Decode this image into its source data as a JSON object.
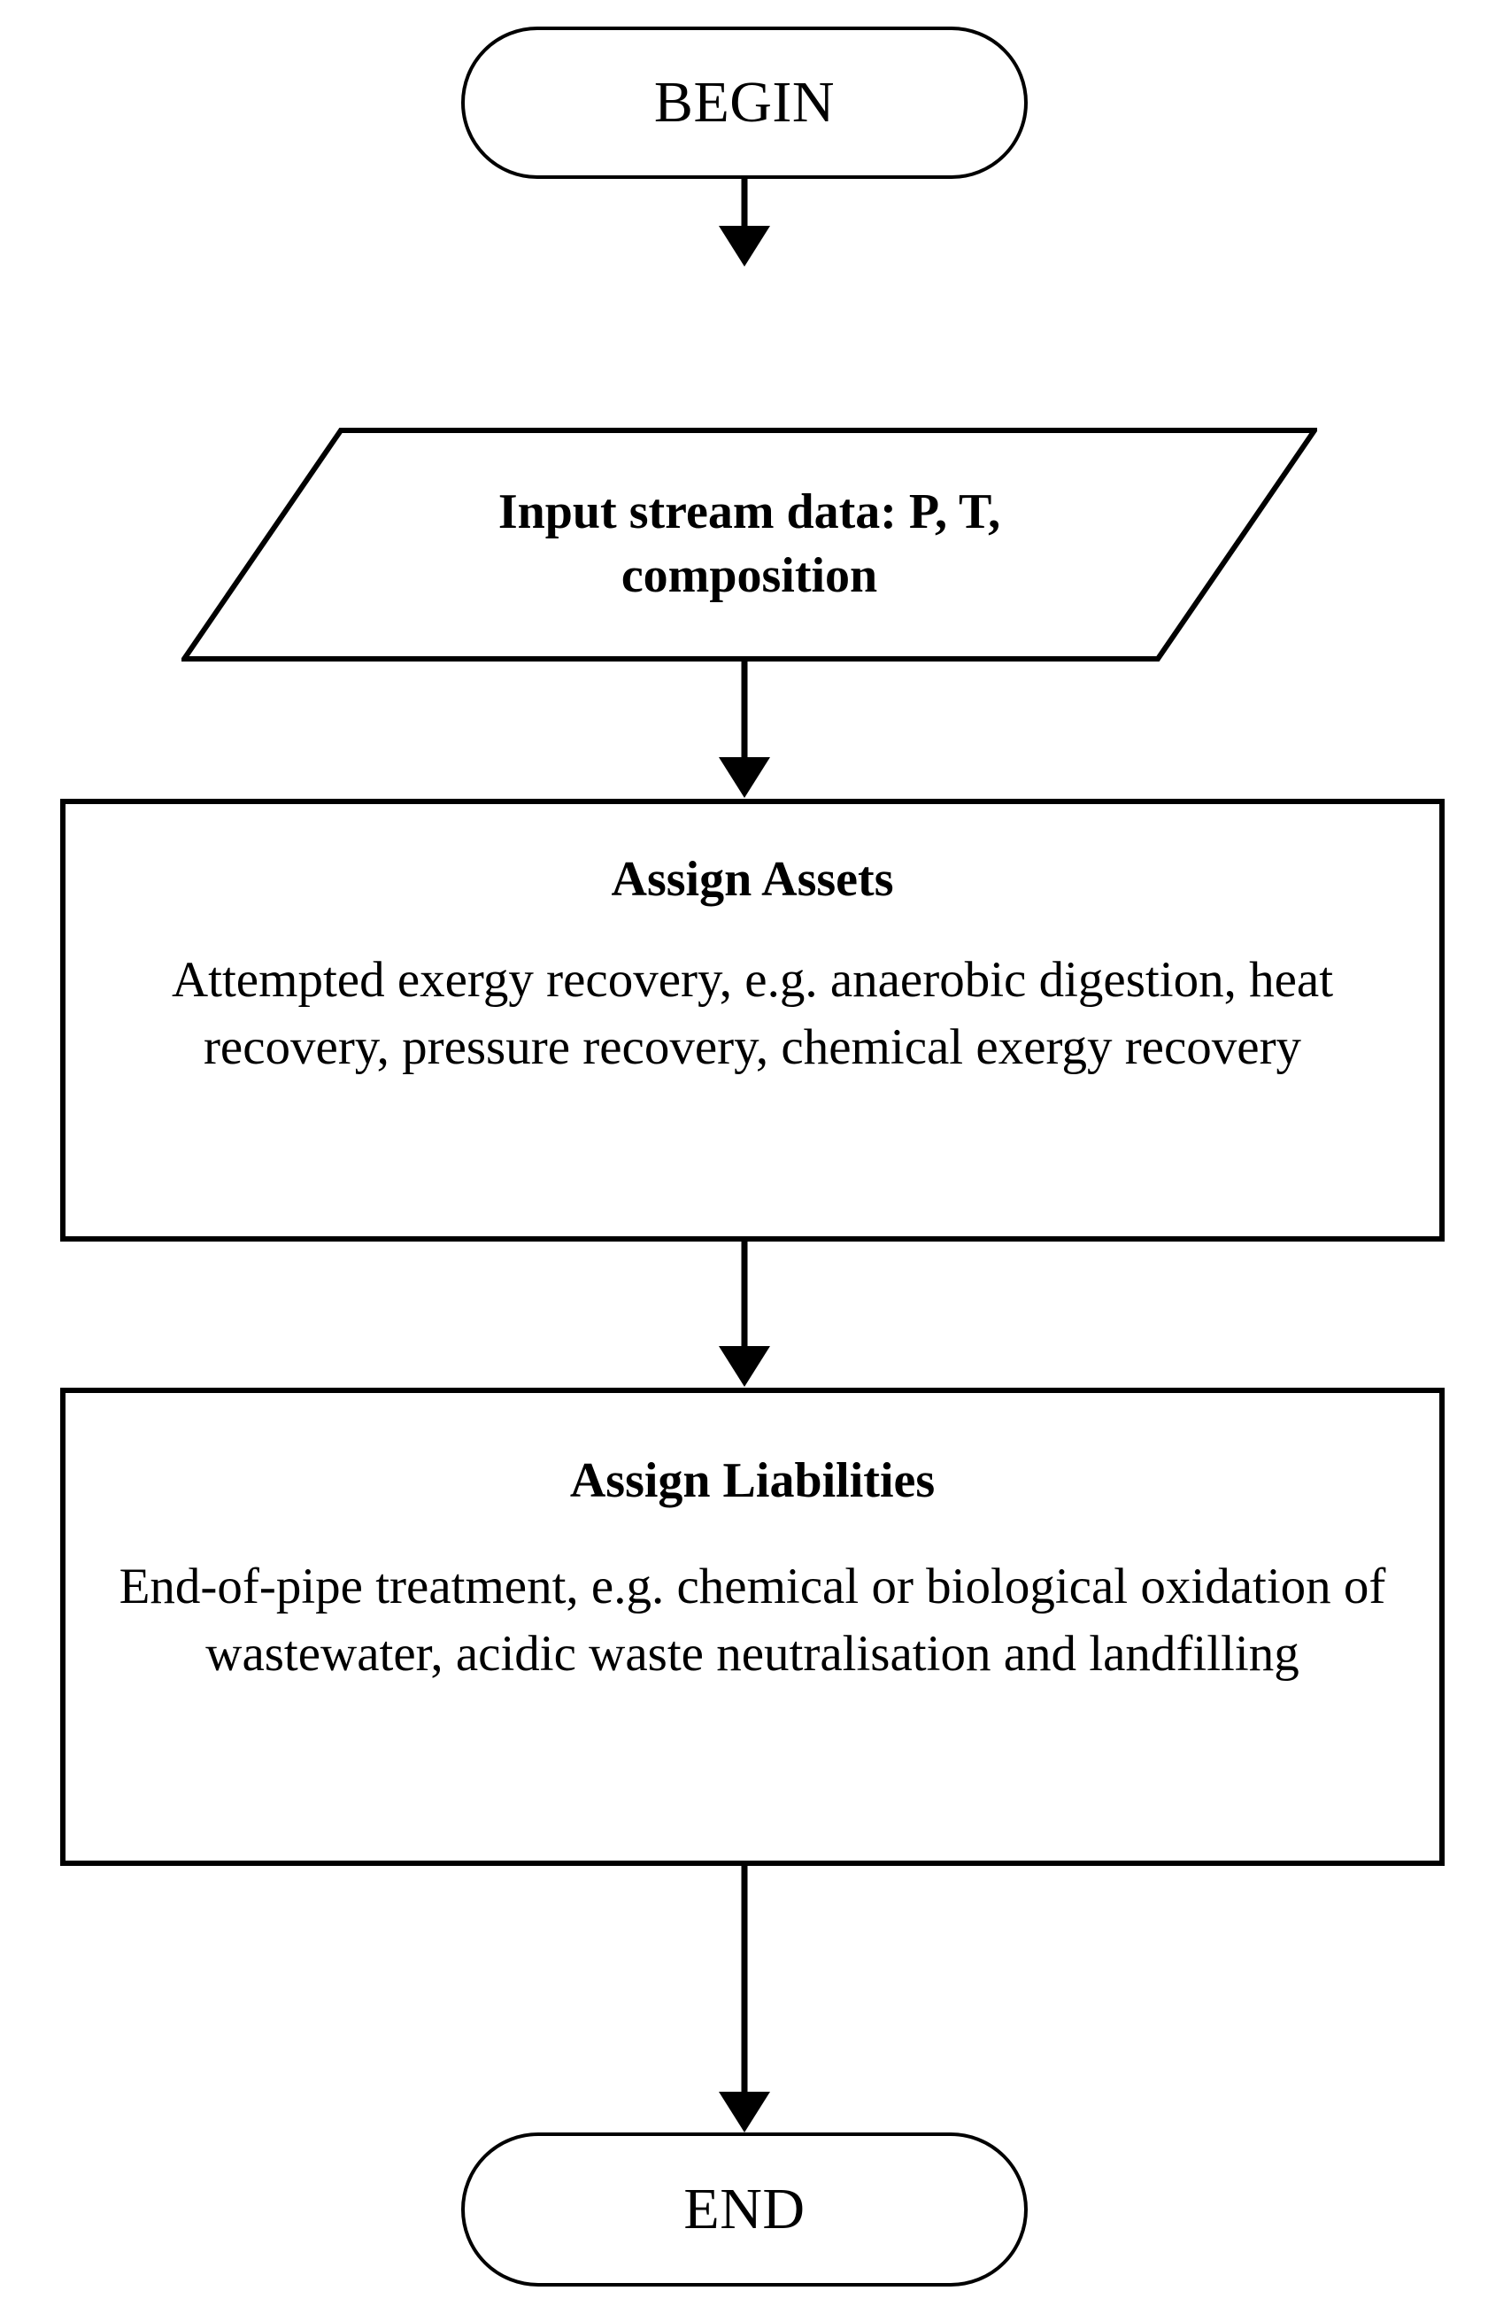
{
  "diagram": {
    "type": "flowchart",
    "orientation": "top-to-bottom",
    "background_color": "#ffffff",
    "line_color": "#000000",
    "nodes": [
      {
        "id": "begin",
        "shape": "terminator",
        "label": "BEGIN"
      },
      {
        "id": "input-stream-data",
        "shape": "parallelogram",
        "label": "Input stream data: P, T, composition"
      },
      {
        "id": "assign-assets",
        "shape": "process",
        "title": "Assign Assets",
        "body": "Attempted exergy recovery, e.g. anaerobic digestion, heat recovery, pressure recovery, chemical exergy recovery"
      },
      {
        "id": "assign-liabilities",
        "shape": "process",
        "title": "Assign Liabilities",
        "body": "End-of-pipe treatment, e.g. chemical or biological oxidation of wastewater, acidic waste neutralisation and landfilling"
      },
      {
        "id": "end",
        "shape": "terminator",
        "label": "END"
      }
    ],
    "edges": [
      {
        "from": "begin",
        "to": "input-stream-data",
        "arrow": "down"
      },
      {
        "from": "input-stream-data",
        "to": "assign-assets",
        "arrow": "down"
      },
      {
        "from": "assign-assets",
        "to": "assign-liabilities",
        "arrow": "down"
      },
      {
        "from": "assign-liabilities",
        "to": "end",
        "arrow": "down"
      }
    ]
  }
}
